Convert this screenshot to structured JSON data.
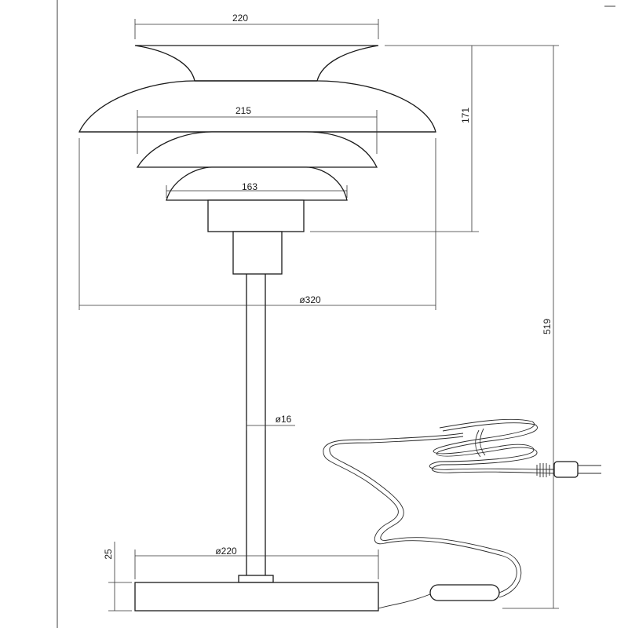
{
  "drawing": {
    "subject": "table lamp",
    "dimensions": {
      "top_shade_width": "220",
      "middle_shade_width": "215",
      "lower_shade_width": "163",
      "outer_shade_diameter": "ø320",
      "shade_height": "171",
      "overall_height": "519",
      "stem_diameter": "ø16",
      "base_diameter": "ø220",
      "base_height": "25"
    }
  }
}
